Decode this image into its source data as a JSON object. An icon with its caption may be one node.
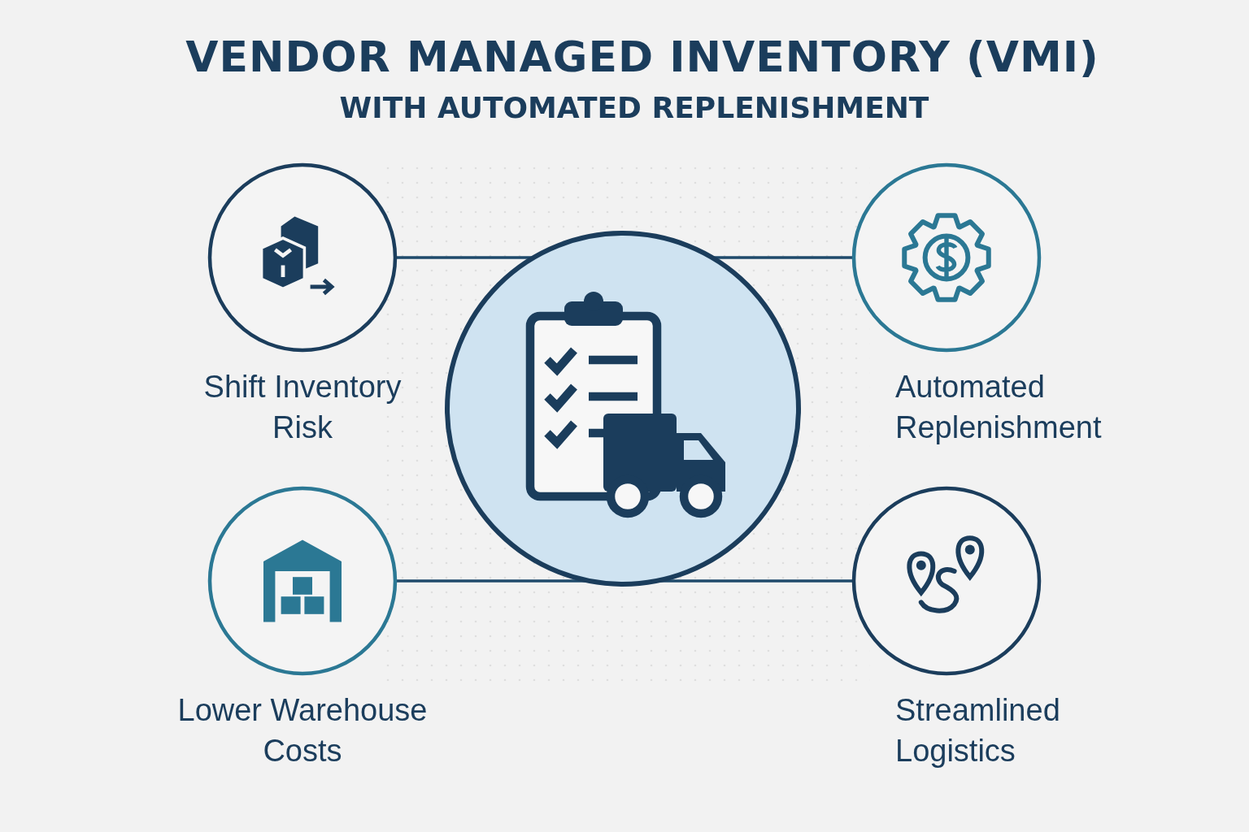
{
  "diagram": {
    "title": "VENDOR MANAGED INVENTORY (VMI)",
    "nodes": [
      {
        "text": [
          "Shift Inventory Risk"
        ]
      },
      {
        "text": [
          "Automated Replenishment"
        ]
      },
      {
        "text": [],
        "shape": "circle"
      },
      {
        "text": [
          "Lower Warehouse Costs"
        ]
      },
      {
        "text": [
          "Streamlined Logistics"
        ]
      }
    ],
    "edges": [
      {
        "from": 0,
        "to": 2,
        "arrow": "none"
      },
      {
        "from": 1,
        "to": 2,
        "arrow": "none"
      },
      {
        "from": 3,
        "to": 2,
        "arrow": "none"
      },
      {
        "from": 4,
        "to": 2,
        "arrow": "none"
      }
    ],
    "labels": [
      "WITH AUTOMATED REPLENISHMENT"
    ]
  }
}
